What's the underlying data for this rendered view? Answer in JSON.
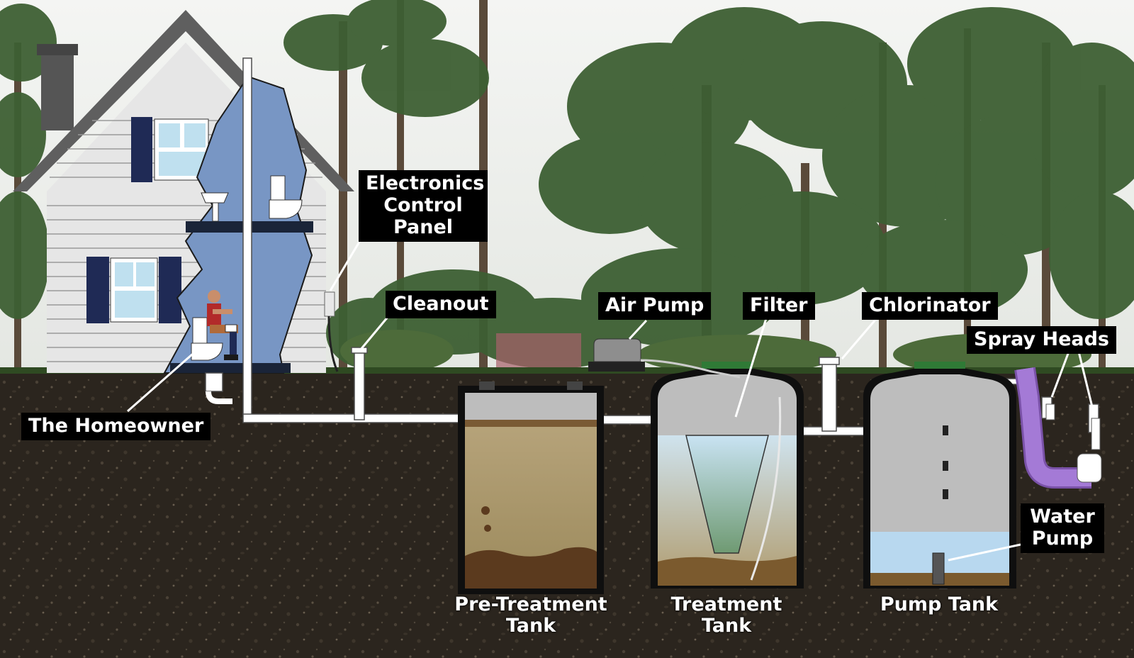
{
  "labels": {
    "electronics_control_panel": "Electronics Control Panel",
    "cleanout": "Cleanout",
    "air_pump": "Air Pump",
    "filter": "Filter",
    "chlorinator": "Chlorinator",
    "spray_heads": "Spray Heads",
    "the_homeowner": "The Homeowner",
    "water_pump": "Water Pump"
  },
  "captions": {
    "pre_treatment_tank": "Pre-Treatment Tank",
    "treatment_tank": "Treatment Tank",
    "pump_tank": "Pump Tank"
  },
  "colors": {
    "sky": "#eef0ee",
    "soil": "#2c261f",
    "grass": "#2f4a22",
    "house_siding": "#e6e6e6",
    "roof": "#5f5f5f",
    "interior_cutaway": "#7896c4",
    "shutters": "#1f2a55",
    "pipe": "#ffffff",
    "tank_wall": "#0f0f0f",
    "tank_air": "#bdbdbd",
    "sludge": "#5b3a1e",
    "liquid_pre": "#a99b70",
    "liquid_clear": "#b8d8ef",
    "spray_pipe": "#a47ad6",
    "lid": "#2f7a36",
    "tree_foliage": "#3d5f33"
  }
}
